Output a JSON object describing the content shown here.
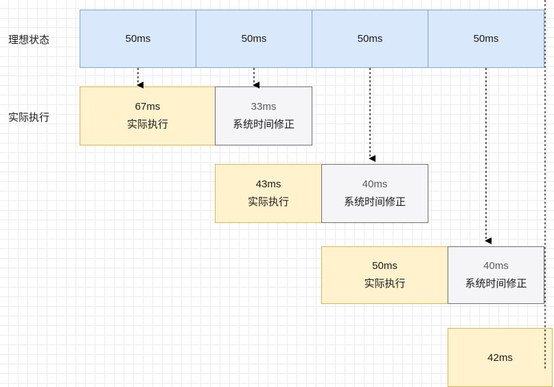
{
  "labels": {
    "ideal": "理想状态",
    "actual": "实际执行"
  },
  "ideal_boxes": [
    "50ms",
    "50ms",
    "50ms",
    "50ms"
  ],
  "rows": [
    {
      "actual": {
        "time": "67ms",
        "label": "实际执行"
      },
      "correction": {
        "time": "33ms",
        "label": "系统时间修正"
      }
    },
    {
      "actual": {
        "time": "43ms",
        "label": "实际执行"
      },
      "correction": {
        "time": "40ms",
        "label": "系统时间修正"
      }
    },
    {
      "actual": {
        "time": "50ms",
        "label": "实际执行"
      },
      "correction": {
        "time": "40ms",
        "label": "系统时间修正"
      }
    },
    {
      "actual": {
        "time": "42ms"
      }
    }
  ],
  "colors": {
    "ideal_fill": "#dae8fc",
    "actual_fill": "#fff2cc",
    "correction_fill": "#f5f4f6"
  }
}
